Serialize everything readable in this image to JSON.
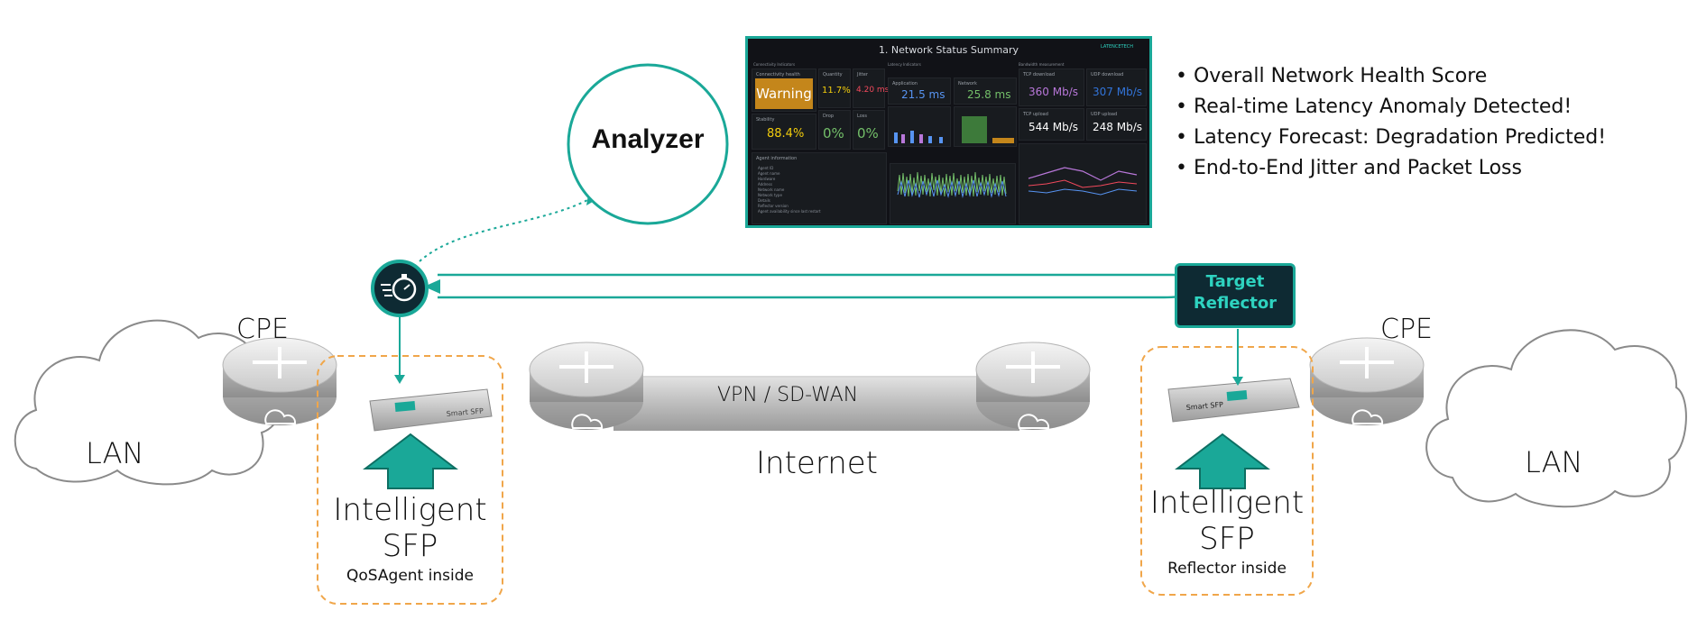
{
  "analyzer": {
    "label": "Analyzer"
  },
  "dashboard": {
    "title": "1. Network Status Summary",
    "logo_text": "LATENCETECH",
    "sections": {
      "connectivity": "Connectivity Indicators",
      "latency": "Latency Indicators",
      "bandwidth": "Bandwidth measurement"
    },
    "health_label": "Connectivity health",
    "health_value": "Warning",
    "stability_label": "Stability",
    "stability_value": "88.4%",
    "quantity_values": [
      {
        "label": "Quantity",
        "value": "11.7%",
        "color": "#f2cc0c"
      },
      {
        "label": "Jitter",
        "value": "4.20 ms",
        "color": "#f2495c"
      },
      {
        "label": "Drop",
        "value": "0%",
        "color": "#73bf69"
      },
      {
        "label": "Loss",
        "value": "0%",
        "color": "#73bf69"
      }
    ],
    "app_latency_label": "Application",
    "app_latency_value": "21.5 ms",
    "net_latency_label": "Network",
    "net_latency_value": "25.8 ms",
    "bw": [
      {
        "label": "TCP download",
        "value": "360 Mb/s",
        "color": "#b877d9"
      },
      {
        "label": "UDP download",
        "value": "307 Mb/s",
        "color": "#3274d9"
      },
      {
        "label": "TCP upload",
        "value": "544 Mb/s",
        "color": "#ffffff"
      },
      {
        "label": "UDP upload",
        "value": "248 Mb/s",
        "color": "#ffffff"
      }
    ],
    "agent_info_label": "Agent information",
    "agent_rows": [
      "Agent ID",
      "Agent name",
      "Hardware",
      "Address",
      "Network name",
      "Network type",
      "Details",
      "Reflector version",
      "Agent availability since last restart"
    ]
  },
  "bullets": [
    "• Overall Network Health Score",
    "• Real-time Latency Anomaly Detected!",
    "• Latency Forecast: Degradation Predicted!",
    "• End-to-End Jitter and Packet Loss"
  ],
  "target_reflector": {
    "line1": "Target",
    "line2": "Reflector"
  },
  "left": {
    "cpe": "CPE",
    "lan": "LAN",
    "sfp_line1": "Intelligent",
    "sfp_line2": "SFP",
    "sfp_note": "QoSAgent inside",
    "sfp_module_text": "Smart SFP"
  },
  "right": {
    "cpe": "CPE",
    "lan": "LAN",
    "sfp_line1": "Intelligent",
    "sfp_line2": "SFP",
    "sfp_note": "Reflector inside",
    "sfp_module_text": "Smart SFP"
  },
  "tunnel_label": "VPN / SD-WAN",
  "internet_label": "Internet",
  "colors": {
    "teal": "#1aa898",
    "teal_dark": "#0e2a33",
    "orange_dash": "#f0a64a",
    "warning_bg": "#c4861b"
  },
  "icons": [
    "stopwatch-icon",
    "router-icon",
    "cloud-icon",
    "arrow-up-icon",
    "sfp-module-icon"
  ]
}
